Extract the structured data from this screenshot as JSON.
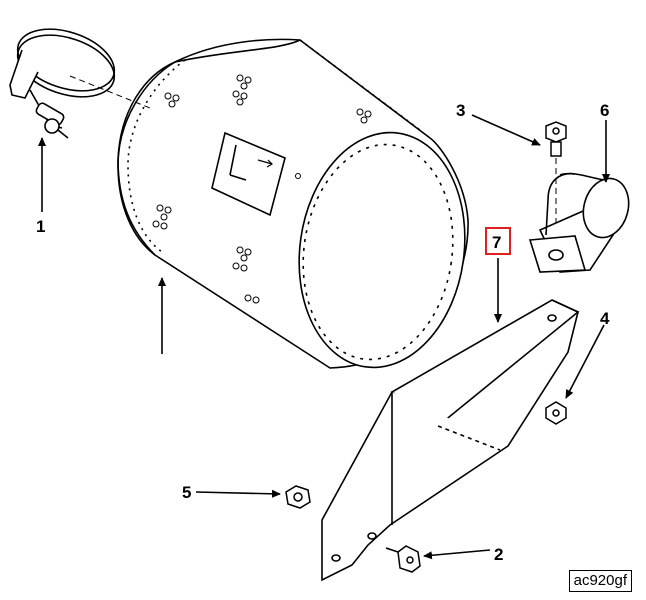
{
  "callouts": {
    "c1": "1",
    "c2": "2",
    "c3": "3",
    "c4": "4",
    "c5": "5",
    "c6": "6",
    "c7": "7"
  },
  "reference_code": "ac920gf",
  "colors": {
    "line": "#000000",
    "highlight_box": "#e0201c",
    "background": "#ffffff"
  }
}
